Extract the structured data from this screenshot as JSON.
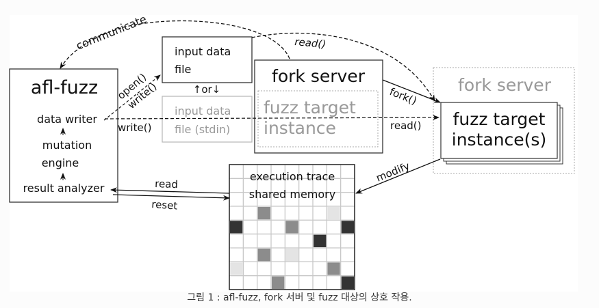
{
  "diagram": {
    "afl_fuzz": {
      "title": "afl-fuzz",
      "data_writer": "data writer",
      "mutation_engine_line1": "mutation",
      "mutation_engine_line2": "engine",
      "result_analyzer": "result analyzer",
      "up_arrow": "↑"
    },
    "input_file": {
      "line1": "input data",
      "line2": "file"
    },
    "or_label": "↑or↓",
    "input_stdin": {
      "line1": "input data",
      "line2": "file (stdin)"
    },
    "fork_server_main": {
      "title": "fork server",
      "inner_line1": "fuzz target",
      "inner_line2": "instance"
    },
    "fork_server_child": {
      "title": "fork server",
      "inner_line1": "fuzz target",
      "inner_line2": "instance(s)"
    },
    "shared_memory": {
      "line1": "execution trace",
      "line2": "shared memory",
      "grid": {
        "cols": 9,
        "rows": 9,
        "cells": [
          {
            "row": 3,
            "col": 2,
            "shade": "mid"
          },
          {
            "row": 3,
            "col": 7,
            "shade": "light"
          },
          {
            "row": 4,
            "col": 0,
            "shade": "dark"
          },
          {
            "row": 4,
            "col": 4,
            "shade": "mid"
          },
          {
            "row": 4,
            "col": 8,
            "shade": "dark"
          },
          {
            "row": 5,
            "col": 6,
            "shade": "dark"
          },
          {
            "row": 6,
            "col": 2,
            "shade": "mid"
          },
          {
            "row": 6,
            "col": 4,
            "shade": "light"
          },
          {
            "row": 7,
            "col": 0,
            "shade": "light"
          },
          {
            "row": 7,
            "col": 7,
            "shade": "mid"
          },
          {
            "row": 8,
            "col": 3,
            "shade": "mid"
          },
          {
            "row": 8,
            "col": 8,
            "shade": "dark"
          }
        ]
      }
    },
    "edges": {
      "communicate": "communicate",
      "read_top": "read()",
      "open": "open()",
      "write_diag": "write()",
      "write_horiz": "write()",
      "fork": "fork()",
      "read_right": "read()",
      "read_left": "read",
      "reset": "reset",
      "modify": "modify"
    }
  },
  "colors": {
    "ink": "#111111",
    "gray_text": "#999999",
    "gray_border": "#aaaaaa",
    "shade_dark": "#333333",
    "shade_mid": "#8c8c8c",
    "shade_light": "#e4e4e4",
    "grid_line": "#c8c8c8"
  },
  "caption": "그림 1 : afl-fuzz, fork 서버 및 fuzz 대상의 상호 작용."
}
